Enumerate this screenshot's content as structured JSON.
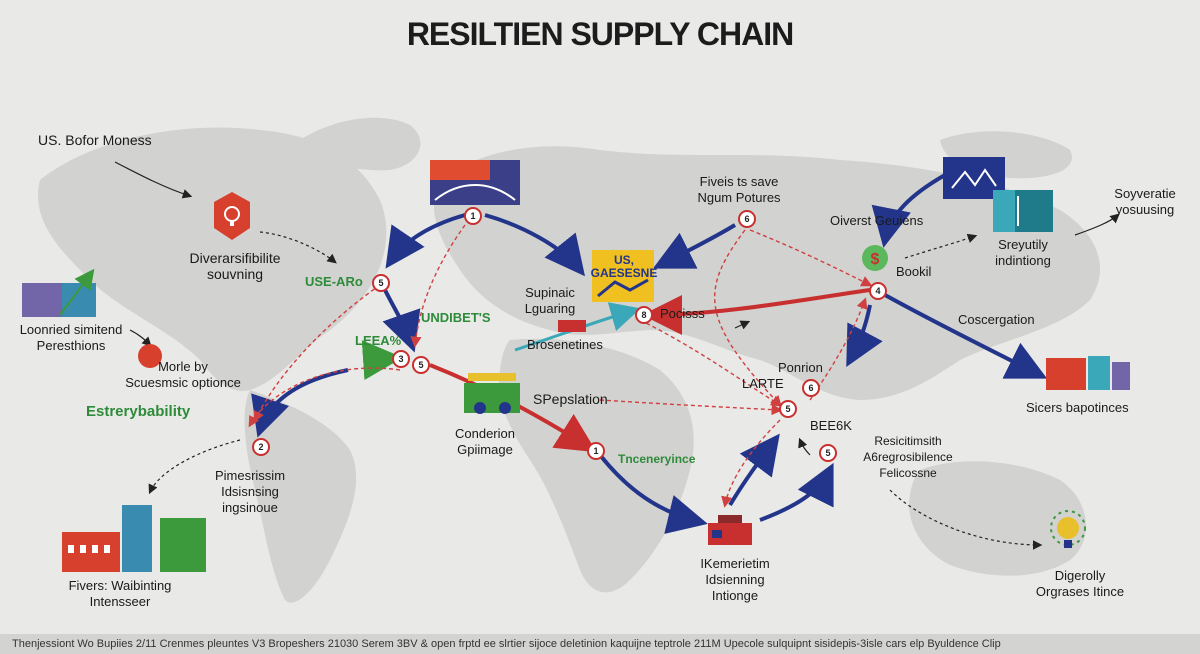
{
  "title": "RESILTIEN SUPPLY CHAIN",
  "footer": "Thenjessiont Wo Bupiies  2/11 Crenmes  pleuntes  V3 Bropeshers  21030 Serem 3BV &  open frptd  ee slrtier  sijoce deletinion kaquijne  teptrole 211M Upecole sulquipnt sisidepis-3isle cars  elp Byuldence Clip",
  "labels": {
    "us_bofor": "US. Bofor Moness",
    "diversified_sourcing": "Diverarsifibilite\nsouvning",
    "usearo": "USE-ARo",
    "undibets": "UNDIBET'S",
    "leea": "LEEA%",
    "loonried": "Loonried simitend\nPeresthions",
    "moderby": "Morle by\nScuesmsic optionce",
    "esterybability": "Estrerybability",
    "pimesrissim": "Pimesrissim\nIdsisnsing\ningsinoue",
    "fivers_waibinting": "Fivers: Waibinting\nIntensseer",
    "us_gaesesne": "US,\nGAESESNE",
    "supnaic": "Supinaic\nLguaring",
    "brosenetines": "Brosenetines",
    "spepslation": "SPepslation",
    "condenion": "Conderion\nGpiimage",
    "tnceneryince": "Tnceneryince",
    "pocesss": "Pocisss",
    "fiveres_save": "Fiveis ts save\nNgum Potures",
    "oiverst": "Oiverst Geuiens",
    "bookil": "Bookil",
    "sreyutily": "Sreyutily\nindintiong",
    "soyveratie": "Soyveratie\nyosuusing",
    "coscergation": "Coscergation",
    "sicers": "Sicers bapotinces",
    "ponrion": "Ponrion",
    "larte": "LARTE",
    "beeok": "BEE6K",
    "resicitimsith": "Resicitimsith\nA6regrosibilence\nFelicossne",
    "ikemerietim": "IKemerietim\nIdsienning\nIntionge",
    "digerolly": "Digerolly\nOrgrases Itince"
  },
  "nodes": [
    "1",
    "5",
    "8",
    "4",
    "6",
    "1",
    "3",
    "5",
    "2",
    "6",
    "5",
    "5"
  ],
  "colors": {
    "map": "#d2d2d0",
    "blue_arrow": "#23358a",
    "red_arrow": "#c83030",
    "teal_arrow": "#3aa8b8",
    "green_arrow": "#3c9a3c",
    "dashed_red": "#d04040",
    "node_ring": "#c83030"
  },
  "icons": [
    "shield-alert-icon",
    "factory-icon",
    "bridge-icon",
    "chart-icon",
    "warehouse-icon",
    "bank-icon",
    "dollar-icon",
    "line-chart-icon",
    "bar-chart-icon",
    "train-icon",
    "lightbulb-icon",
    "container-ship-icon",
    "alert-circle-icon"
  ]
}
